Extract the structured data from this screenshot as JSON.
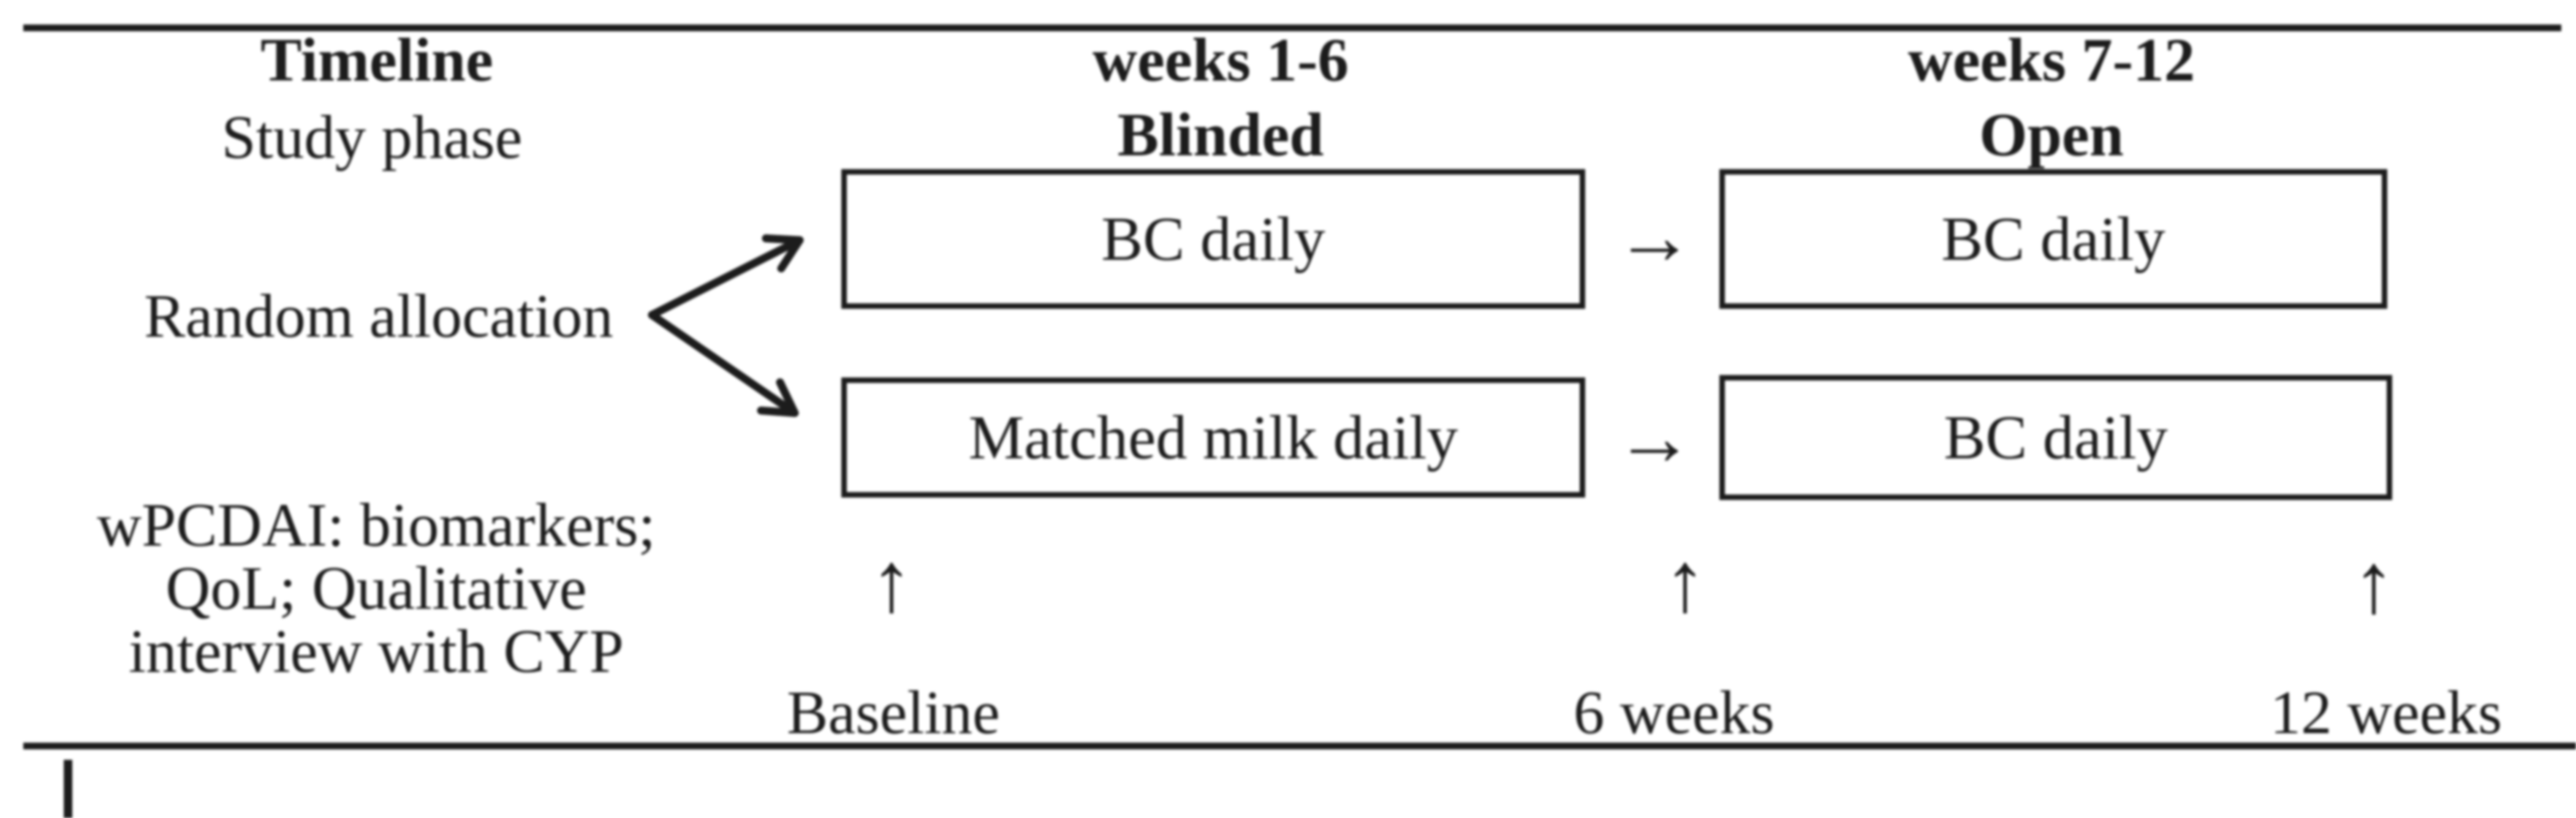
{
  "figure": {
    "columns": {
      "timeline": {
        "title": "Timeline",
        "subtitle": "Study phase"
      },
      "phase_blinded": {
        "weeks": "weeks 1-6",
        "label": "Blinded"
      },
      "phase_open": {
        "weeks": "weeks 7-12",
        "label": "Open"
      }
    },
    "random_allocation_label": "Random allocation",
    "boxes": {
      "arm1_blinded": "BC daily",
      "arm1_open": "BC daily",
      "arm2_blinded": "Matched milk daily",
      "arm2_open": "BC daily"
    },
    "glyphs": {
      "flow_arrow": "→",
      "assessment_arrow": "↑"
    },
    "assessments": {
      "line1": "wPCDAI: biomarkers;",
      "line2": "QoL; Qualitative",
      "line3": "interview with CYP"
    },
    "timepoints": {
      "baseline": "Baseline",
      "week6": "6 weeks",
      "week12": "12 weeks"
    },
    "colors": {
      "ink": "#1c1c1c",
      "background": "#ffffff"
    }
  }
}
